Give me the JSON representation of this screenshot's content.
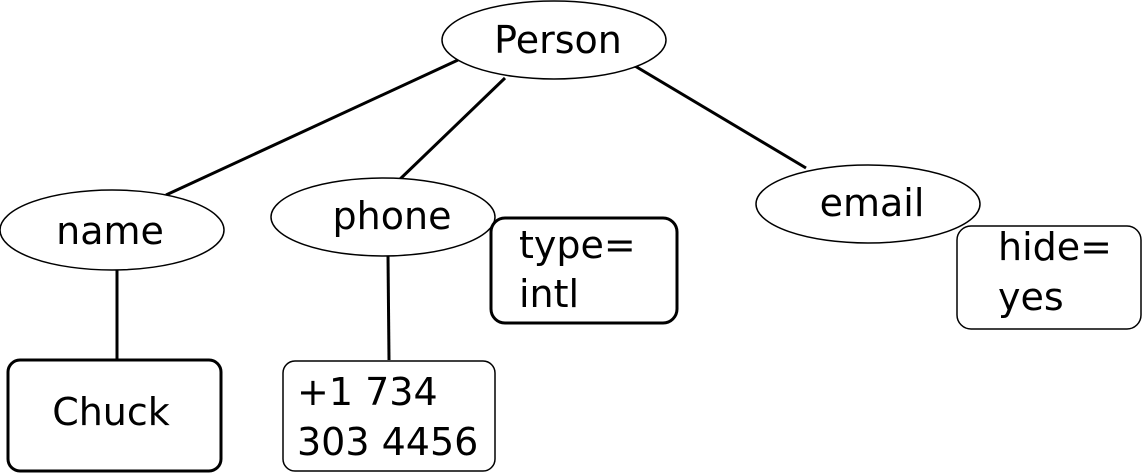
{
  "nodes": {
    "person": {
      "label": "Person"
    },
    "name": {
      "label": "name"
    },
    "phone": {
      "label": "phone"
    },
    "email": {
      "label": "email"
    },
    "name_value": {
      "label": "Chuck"
    },
    "phone_value": {
      "line1": "+1 734",
      "line2": "303 4456"
    },
    "phone_attr": {
      "line1": "type=",
      "line2": "intl"
    },
    "email_attr": {
      "line1": "hide=",
      "line2": "yes"
    }
  },
  "colors": {
    "stroke": "#000000",
    "background": "#ffffff"
  }
}
